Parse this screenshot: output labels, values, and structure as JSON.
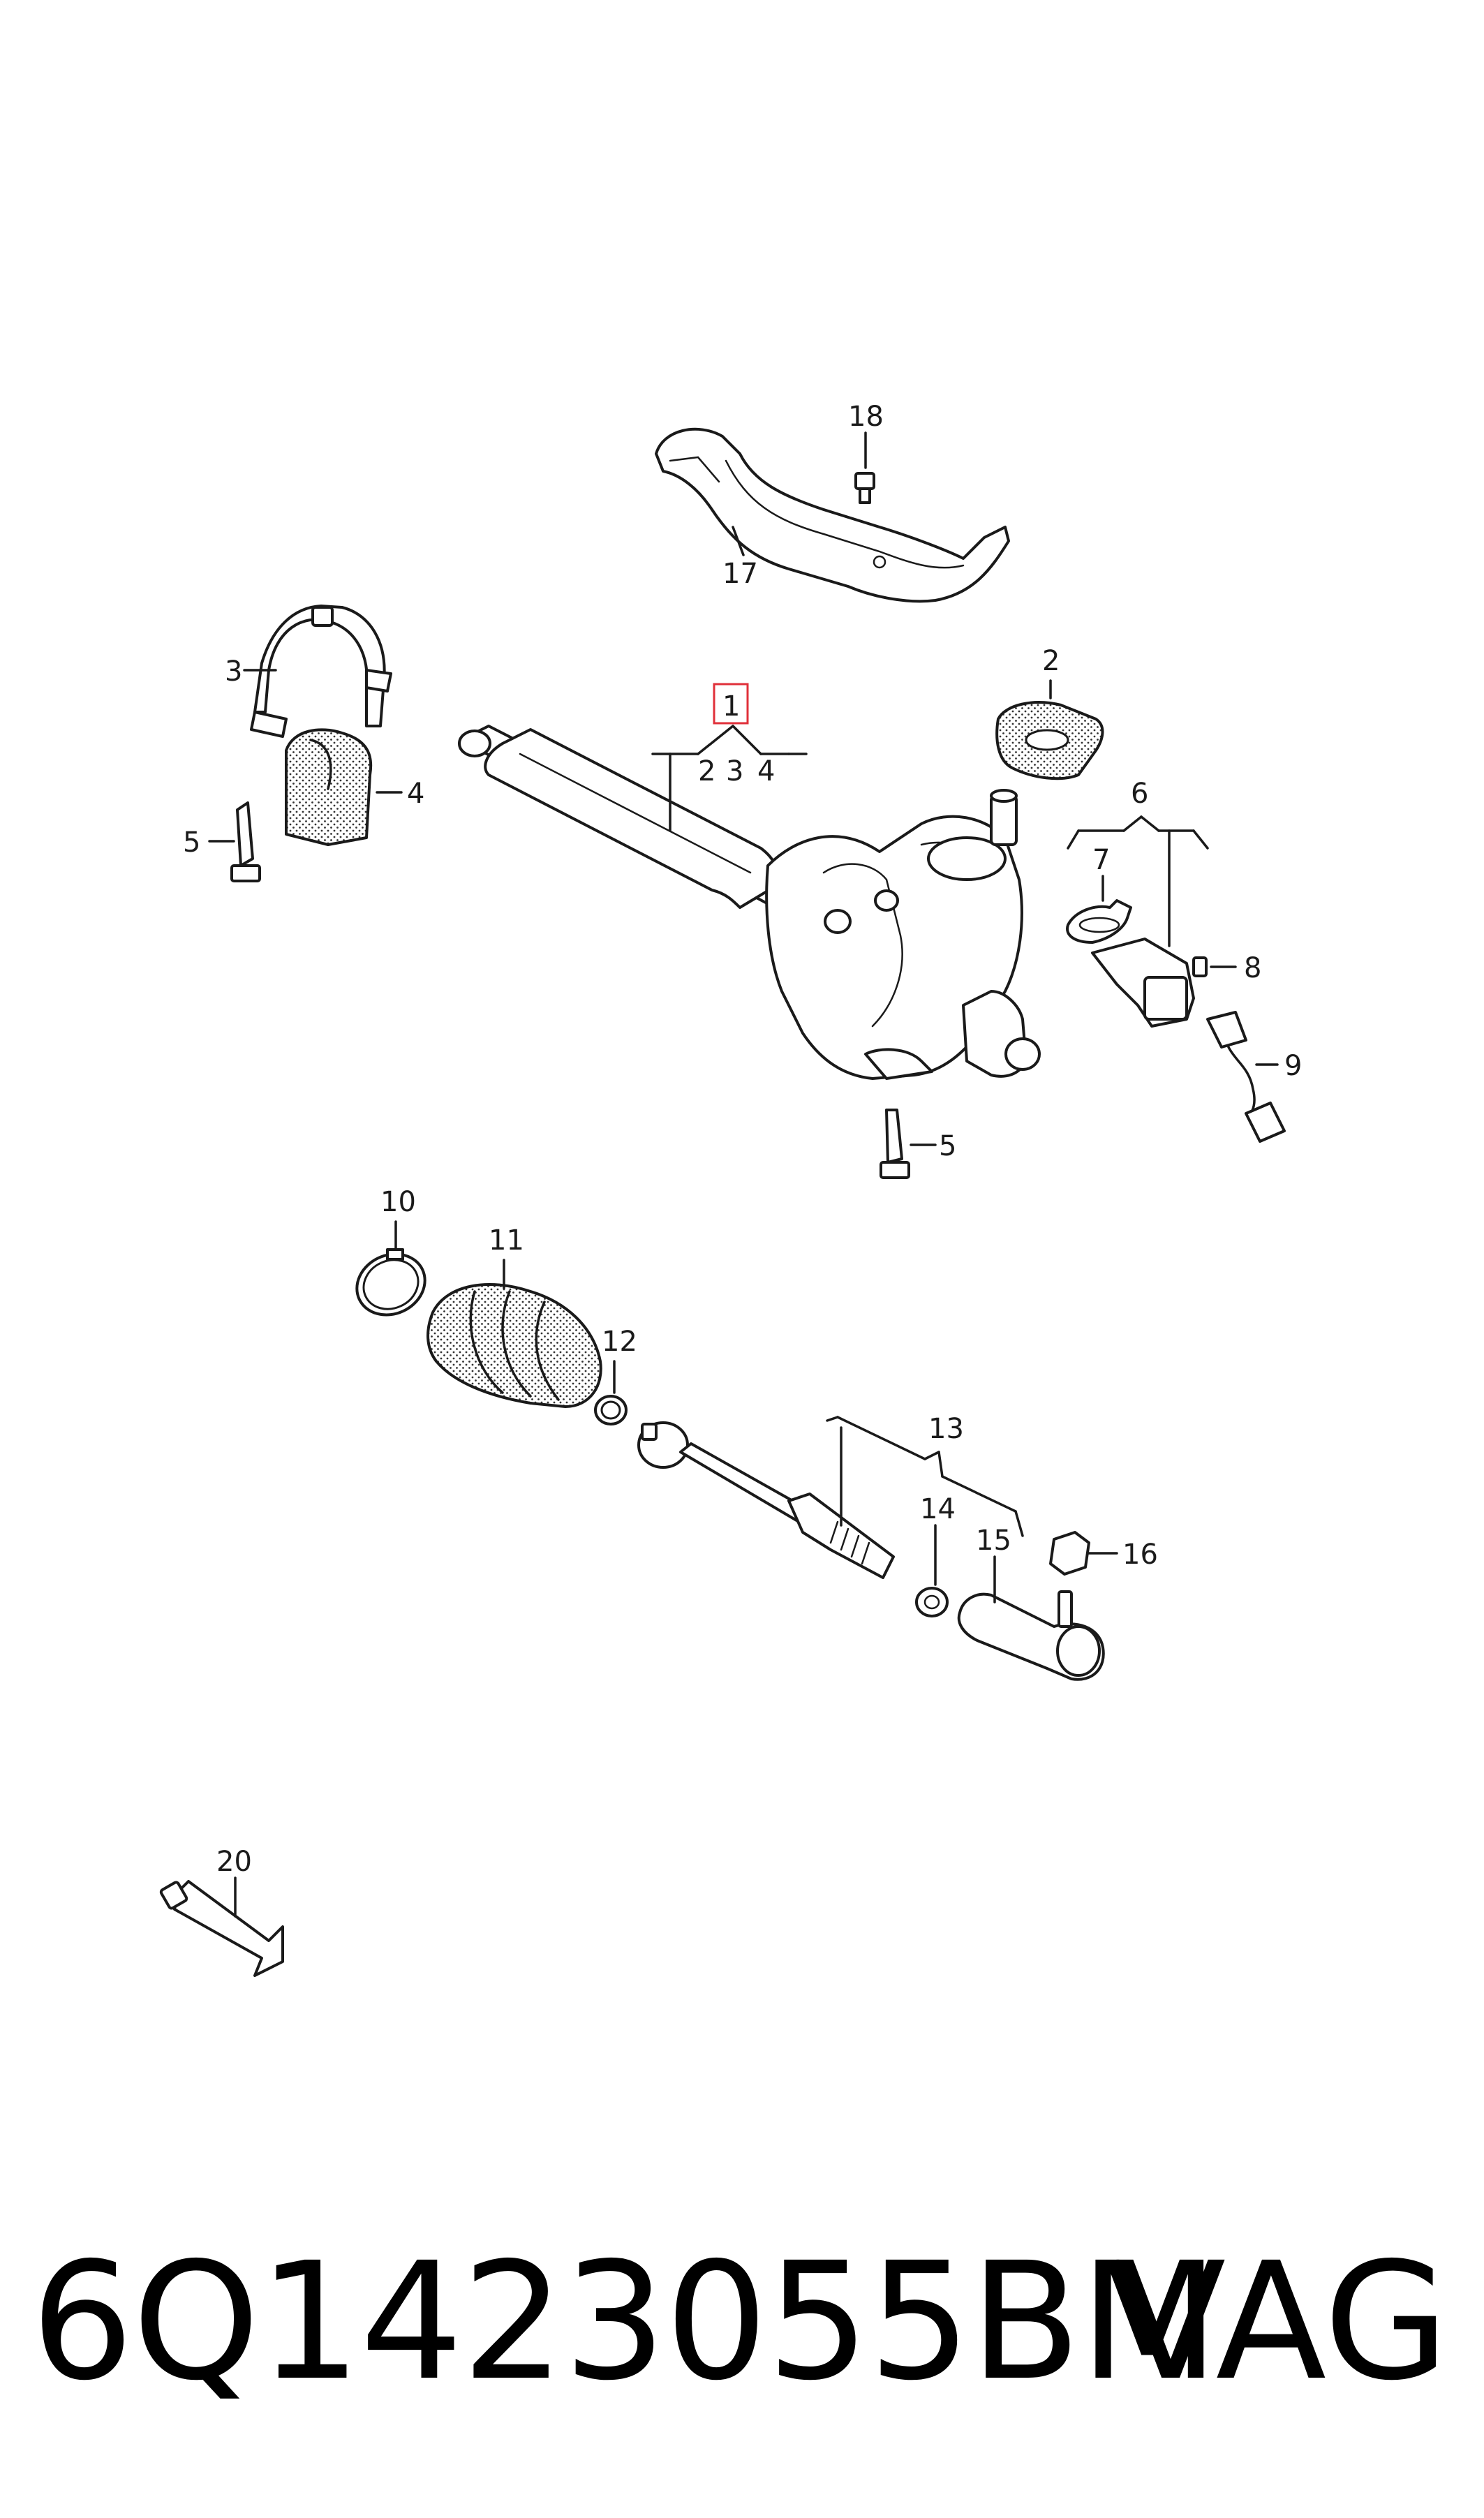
{
  "callouts": {
    "c1": "1",
    "c2_group": "2",
    "c3_group": "3",
    "c4_group": "4",
    "c2": "2",
    "c3": "3",
    "c4": "4",
    "c5a": "5",
    "c5b": "5",
    "c6": "6",
    "c7": "7",
    "c8": "8",
    "c9": "9",
    "c10": "10",
    "c11": "11",
    "c12": "12",
    "c13": "13",
    "c14": "14",
    "c15": "15",
    "c16": "16",
    "c17": "17",
    "c18": "18",
    "c20": "20"
  },
  "footer": {
    "part_number": "6Q1423055BM",
    "brand": "VAG"
  },
  "colors": {
    "highlight": "#e0303a",
    "line": "#1a1a1a"
  }
}
